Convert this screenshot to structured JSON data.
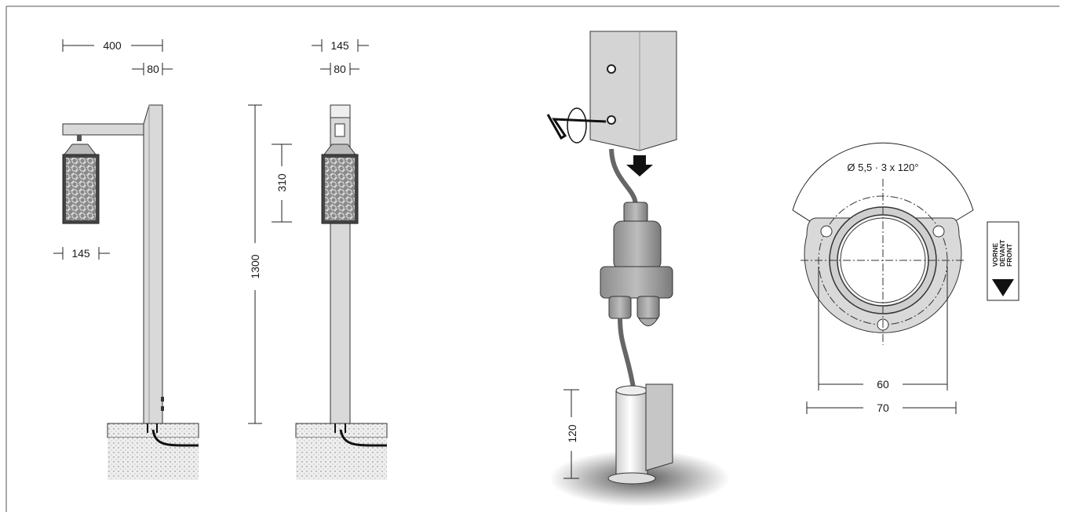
{
  "dimensions": {
    "side_width": "400",
    "side_post": "80",
    "side_lamp": "145",
    "front_width": "145",
    "front_post": "80",
    "lamp_height": "310",
    "total_height": "1300",
    "socket_depth": "120",
    "hole_spec": "Ø 5,5 · 3 x 120°",
    "bolt_circle": "60",
    "flange": "70"
  },
  "orientation_label": {
    "lines": [
      "VORNE",
      "DEVANT",
      "FRONT"
    ]
  },
  "colors": {
    "post_fill": "#d9d9d9",
    "post_stroke": "#333333",
    "ground": "#cfcfcf",
    "dark": "#111111"
  }
}
